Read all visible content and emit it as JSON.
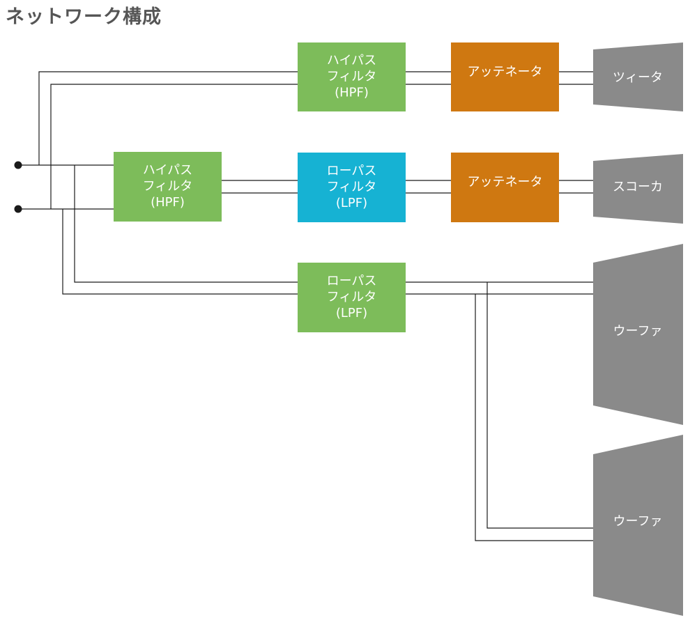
{
  "title": "ネットワーク構成",
  "colors": {
    "hpf": "#7dbc5a",
    "lpf": "#16b2d3",
    "lpf_woofer": "#7dbc5a",
    "attenuator": "#cf7811",
    "speaker": "#8a8a8a",
    "wire": "#1a1a1a",
    "title": "#555555"
  },
  "blocks": {
    "tw_hpf": [
      "ハイパス",
      "フィルタ",
      "(HPF)"
    ],
    "tw_att": [
      "アッテネータ"
    ],
    "mid_hpf": [
      "ハイパス",
      "フィルタ",
      "(HPF)"
    ],
    "mid_lpf": [
      "ローパス",
      "フィルタ",
      "(LPF)"
    ],
    "mid_att": [
      "アッテネータ"
    ],
    "woof_lpf": [
      "ローパス",
      "フィルタ",
      "(LPF)"
    ]
  },
  "speakers": {
    "tweeter": "ツィータ",
    "squawker": "スコーカ",
    "woofer1": "ウーファ",
    "woofer2": "ウーファ"
  }
}
